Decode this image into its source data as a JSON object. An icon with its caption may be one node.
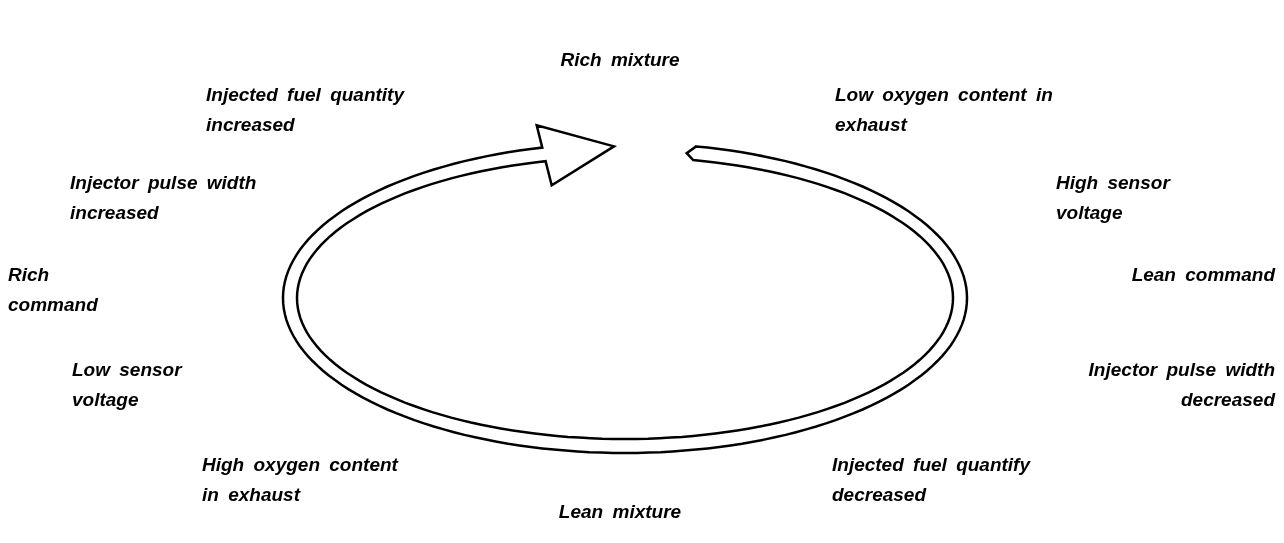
{
  "diagram": {
    "labels": [
      "Rich mixture",
      "Injected fuel quantity increased",
      "Low oxygen content in exhaust",
      "Injector pulse width increased",
      "High sensor voltage",
      "Rich command",
      "Lean command",
      "Low sensor voltage",
      "Injector pulse width decreased",
      "High oxygen content in exhaust",
      "Injected fuel quantify decreased",
      "Lean mixture"
    ]
  }
}
